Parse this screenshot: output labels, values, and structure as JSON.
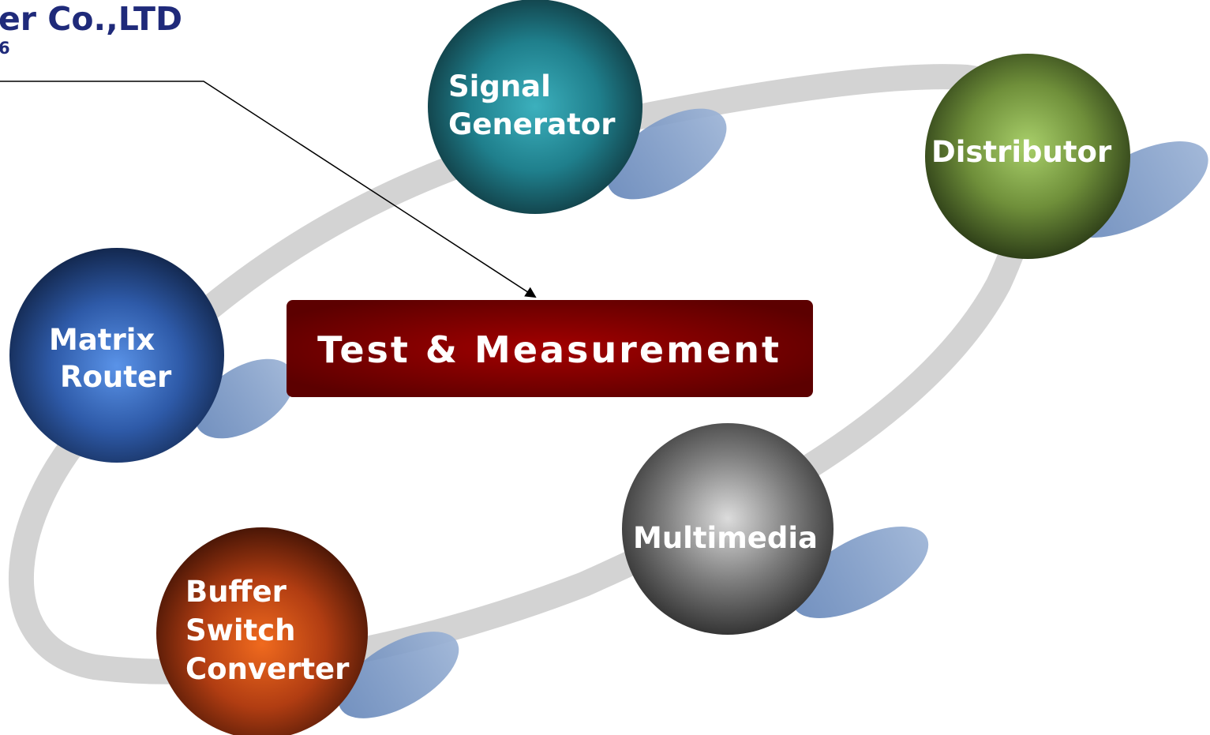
{
  "header": {
    "company_fragment": "er Co.,LTD",
    "sub_fragment": "6"
  },
  "center": {
    "label": "Test & Measurement"
  },
  "nodes": {
    "signal_generator": {
      "lines": [
        "Signal",
        "Generator"
      ],
      "color": "#1f8a98"
    },
    "distributor": {
      "lines": [
        "Distributor"
      ],
      "color": "#86a845"
    },
    "matrix_router": {
      "lines": [
        "Matrix",
        "Router"
      ],
      "color": "#3a6fc9"
    },
    "multimedia": {
      "lines": [
        "Multimedia"
      ],
      "color": "#8a8a8a"
    },
    "buffer_switch_converter": {
      "lines": [
        "Buffer",
        "Switch",
        "Converter"
      ],
      "color": "#c4461a"
    }
  },
  "colors": {
    "ring": "#d3d3d3",
    "shadow": "#8aa3c8",
    "center_box": "#8b0000",
    "header_text": "#1f2a7a"
  }
}
